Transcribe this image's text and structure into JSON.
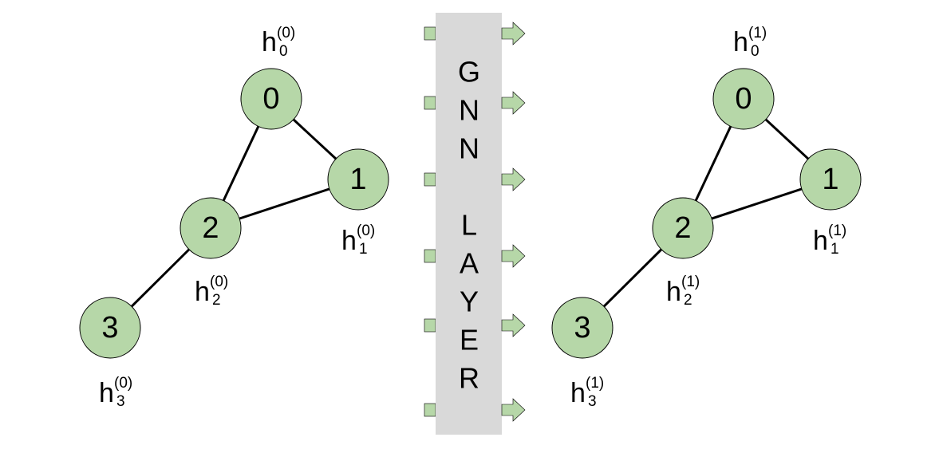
{
  "colors": {
    "node_fill": "#b6d7a8",
    "layer_fill": "#d9d9d9",
    "arrow_fill": "#b6d7a8"
  },
  "layer": {
    "line1": [
      "G",
      "N",
      "N"
    ],
    "line2": [
      "L",
      "A",
      "Y",
      "E",
      "R"
    ]
  },
  "graphs": [
    {
      "nodes": [
        {
          "id": "0",
          "label": "0",
          "feature": {
            "base": "h",
            "sup": "(0)",
            "sub": "0"
          }
        },
        {
          "id": "1",
          "label": "1",
          "feature": {
            "base": "h",
            "sup": "(0)",
            "sub": "1"
          }
        },
        {
          "id": "2",
          "label": "2",
          "feature": {
            "base": "h",
            "sup": "(0)",
            "sub": "2"
          }
        },
        {
          "id": "3",
          "label": "3",
          "feature": {
            "base": "h",
            "sup": "(0)",
            "sub": "3"
          }
        }
      ],
      "edges": [
        [
          "0",
          "1"
        ],
        [
          "0",
          "2"
        ],
        [
          "1",
          "2"
        ],
        [
          "2",
          "3"
        ]
      ]
    },
    {
      "nodes": [
        {
          "id": "0",
          "label": "0",
          "feature": {
            "base": "h",
            "sup": "(1)",
            "sub": "0"
          }
        },
        {
          "id": "1",
          "label": "1",
          "feature": {
            "base": "h",
            "sup": "(1)",
            "sub": "1"
          }
        },
        {
          "id": "2",
          "label": "2",
          "feature": {
            "base": "h",
            "sup": "(1)",
            "sub": "2"
          }
        },
        {
          "id": "3",
          "label": "3",
          "feature": {
            "base": "h",
            "sup": "(1)",
            "sub": "3"
          }
        }
      ],
      "edges": [
        [
          "0",
          "1"
        ],
        [
          "0",
          "2"
        ],
        [
          "1",
          "2"
        ],
        [
          "2",
          "3"
        ]
      ]
    }
  ]
}
